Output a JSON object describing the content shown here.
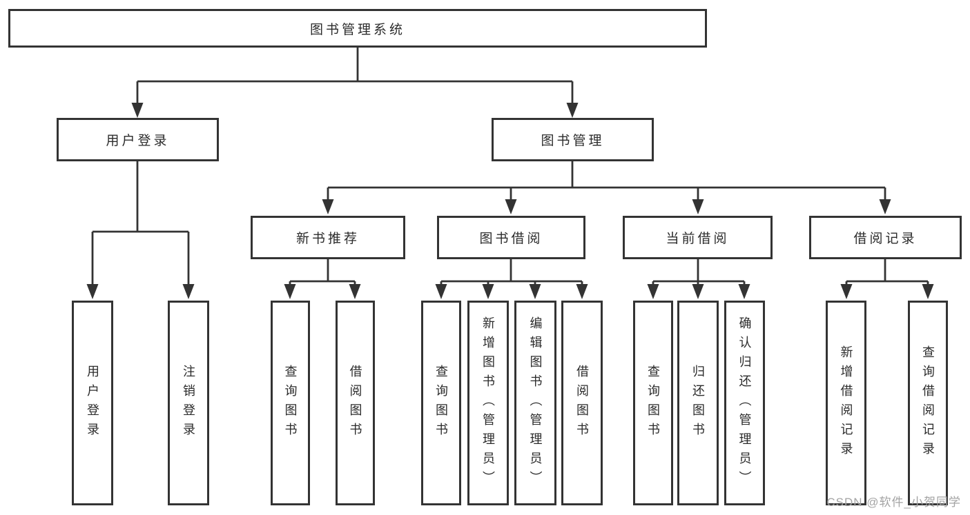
{
  "diagram": {
    "title": "图书管理系统",
    "level2": [
      "用户登录",
      "图书管理"
    ],
    "level3": [
      "新书推荐",
      "图书借阅",
      "当前借阅",
      "借阅记录"
    ],
    "leaves": {
      "user_login": [
        "用户登录",
        "注销登录"
      ],
      "new_book_recommend": [
        "查询图书",
        "借阅图书"
      ],
      "book_borrow": [
        "查询图书",
        "新增图书（管理员）",
        "编辑图书（管理员）",
        "借阅图书"
      ],
      "current_borrow": [
        "查询图书",
        "归还图书",
        "确认归还（管理员）"
      ],
      "borrow_record": [
        "新增借阅记录",
        "查询借阅记录"
      ]
    },
    "watermark": "CSDN @软件_小贺同学",
    "colors": {
      "line": "#333333",
      "box_border": "#333333",
      "text": "#2b2b2b",
      "watermark": "#a3a3a3",
      "background": "#ffffff"
    }
  }
}
